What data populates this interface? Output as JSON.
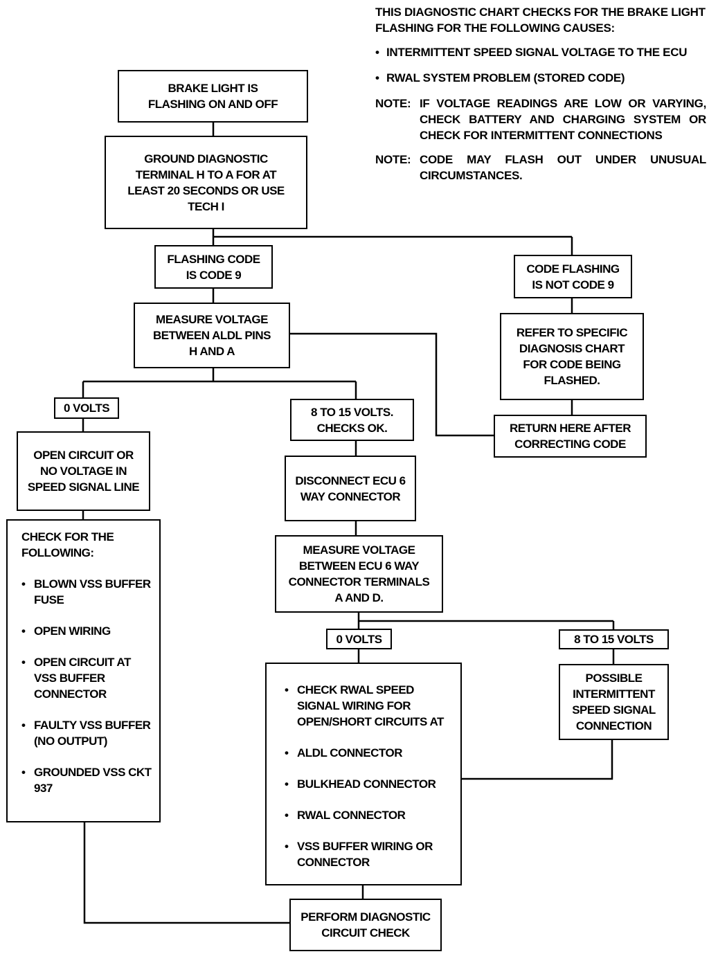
{
  "notes": {
    "intro": "THIS DIAGNOSTIC CHART CHECKS FOR THE BRAKE LIGHT FLASHING FOR THE FOLLOWING CAUSES:",
    "causes": [
      "INTERMITTENT SPEED SIGNAL VOLTAGE TO THE ECU",
      "RWAL SYSTEM PROBLEM (STORED CODE)"
    ],
    "note_label": "NOTE:",
    "note_1": "IF VOLTAGE READINGS ARE LOW OR VARYING, CHECK BATTERY AND CHARGING SYSTEM OR CHECK FOR INTERMITTENT CONNECTIONS",
    "note_2": "CODE MAY FLASH OUT UNDER UNUSUAL CIRCUMSTANCES."
  },
  "flow": {
    "brake_light": [
      "BRAKE LIGHT IS",
      "FLASHING ON AND OFF"
    ],
    "ground_terminal": [
      "GROUND DIAGNOSTIC",
      "TERMINAL H TO A FOR AT",
      "LEAST 20 SECONDS OR USE",
      "TECH I"
    ],
    "code_9": [
      "FLASHING CODE",
      "IS CODE 9"
    ],
    "not_code_9": [
      "CODE FLASHING",
      "IS NOT CODE 9"
    ],
    "refer_chart": [
      "REFER TO SPECIFIC",
      "DIAGNOSIS CHART",
      "FOR CODE BEING",
      "FLASHED."
    ],
    "return_here": [
      "RETURN HERE AFTER",
      "CORRECTING CODE"
    ],
    "measure_aldl": [
      "MEASURE VOLTAGE",
      "BETWEEN ALDL PINS",
      "H AND A"
    ],
    "zero_volts_1": "0 VOLTS",
    "volts_ok": [
      "8 TO 15 VOLTS.",
      "CHECKS OK."
    ],
    "open_circuit": [
      "OPEN CIRCUIT OR",
      "NO VOLTAGE IN",
      "SPEED SIGNAL LINE"
    ],
    "disconnect_ecu": [
      "DISCONNECT ECU 6",
      "WAY CONNECTOR"
    ],
    "check_following": {
      "heading": "CHECK FOR THE FOLLOWING:",
      "items": [
        "BLOWN VSS BUFFER FUSE",
        "OPEN WIRING",
        "OPEN CIRCUIT AT VSS BUFFER CONNECTOR",
        "FAULTY VSS BUFFER (NO OUTPUT)",
        "GROUNDED VSS CKT 937"
      ]
    },
    "measure_ecu": [
      "MEASURE VOLTAGE",
      "BETWEEN ECU 6 WAY",
      "CONNECTOR TERMINALS",
      "A AND D."
    ],
    "zero_volts_2": "0 VOLTS",
    "volts_8_15": "8 TO 15 VOLTS",
    "check_rwal": {
      "items": [
        "CHECK RWAL SPEED SIGNAL WIRING FOR OPEN/SHORT CIRCUITS AT",
        "ALDL CONNECTOR",
        "BULKHEAD CONNECTOR",
        "RWAL CONNECTOR",
        "VSS BUFFER WIRING OR CONNECTOR"
      ]
    },
    "possible_intermittent": [
      "POSSIBLE",
      "INTERMITTENT",
      "SPEED SIGNAL",
      "CONNECTION"
    ],
    "perform_check": [
      "PERFORM DIAGNOSTIC",
      "CIRCUIT CHECK"
    ]
  }
}
